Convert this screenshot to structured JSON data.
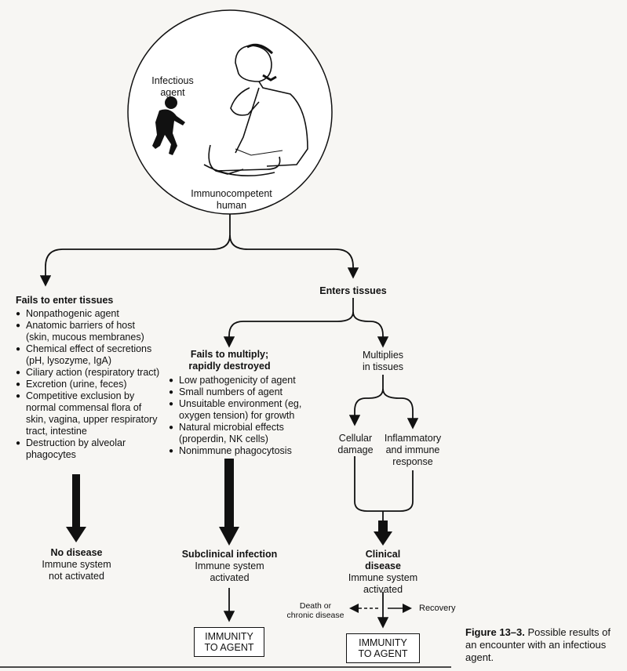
{
  "circle": {
    "infectious_agent": "Infectious\nagent",
    "human": "Immunocompetent\nhuman"
  },
  "branch_left": {
    "heading": "Fails to enter tissues",
    "items": [
      "Nonpathogenic agent",
      "Anatomic barriers of host (skin, mucous membranes)",
      "Chemical effect of secretions (pH, lysozyme, IgA)",
      "Ciliary action (respiratory tract)",
      "Excretion (urine, feces)",
      "Competitive exclusion by normal commensal flora of skin, vagina, upper respiratory tract, intestine",
      "Destruction by alveolar phagocytes"
    ],
    "outcome_title": "No disease",
    "outcome_sub": "Immune system\nnot activated"
  },
  "branch_right": {
    "heading": "Enters tissues"
  },
  "branch_middle": {
    "heading": "Fails to multiply;\nrapidly destroyed",
    "items": [
      "Low pathogenicity of agent",
      "Small numbers of agent",
      "Unsuitable environment (eg, oxygen tension) for growth",
      "Natural microbial effects (properdin, NK cells)",
      "Nonimmune phagocytosis"
    ],
    "outcome_title": "Subclinical infection",
    "outcome_sub": "Immune system\nactivated",
    "box": "IMMUNITY\nTO AGENT"
  },
  "branch_multiplies": {
    "heading": "Multiplies\nin tissues",
    "left": "Cellular\ndamage",
    "right": "Inflammatory\nand immune\nresponse",
    "outcome_title": "Clinical\ndisease",
    "outcome_sub": "Immune system\nactivated",
    "death": "Death or\nchronic disease",
    "recovery": "Recovery",
    "box": "IMMUNITY\nTO AGENT"
  },
  "caption": {
    "label": "Figure 13–3.",
    "text": "Possible results of an encounter with an infectious agent."
  }
}
